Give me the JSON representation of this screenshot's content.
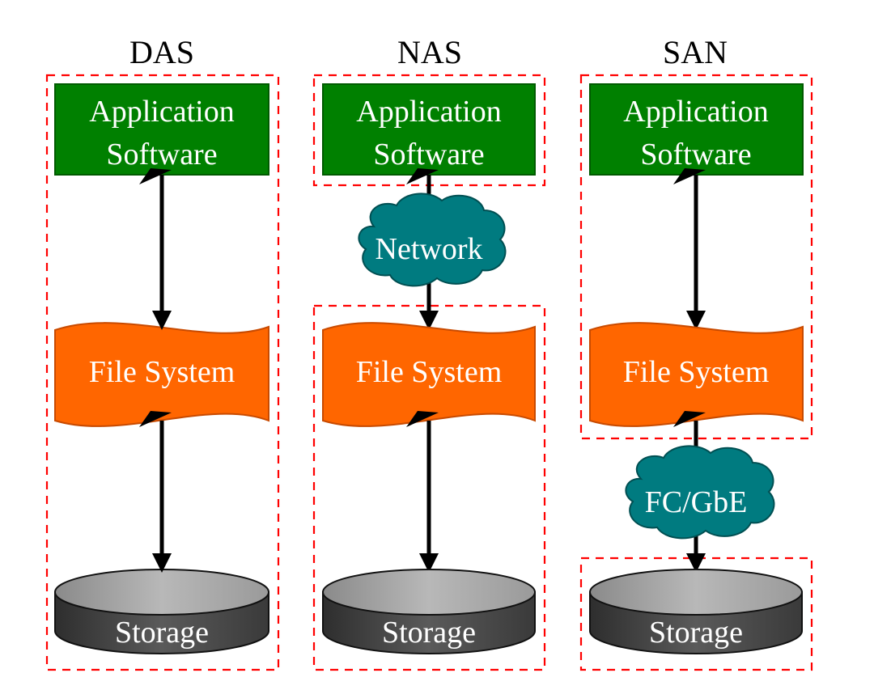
{
  "columns": [
    {
      "title": "DAS",
      "app": [
        "Application",
        "Software"
      ],
      "fs": "File System",
      "storage": "Storage"
    },
    {
      "title": "NAS",
      "app": [
        "Application",
        "Software"
      ],
      "fs": "File System",
      "storage": "Storage",
      "cloud": "Network"
    },
    {
      "title": "SAN",
      "app": [
        "Application",
        "Software"
      ],
      "fs": "File System",
      "storage": "Storage",
      "cloud": "FC/GbE"
    }
  ],
  "colors": {
    "app": "#008000",
    "fs": "#ff6600",
    "cloud": "#007b80",
    "storage_top": "#a8a8a8",
    "storage_body": "#404040",
    "frame": "#ff0000"
  }
}
